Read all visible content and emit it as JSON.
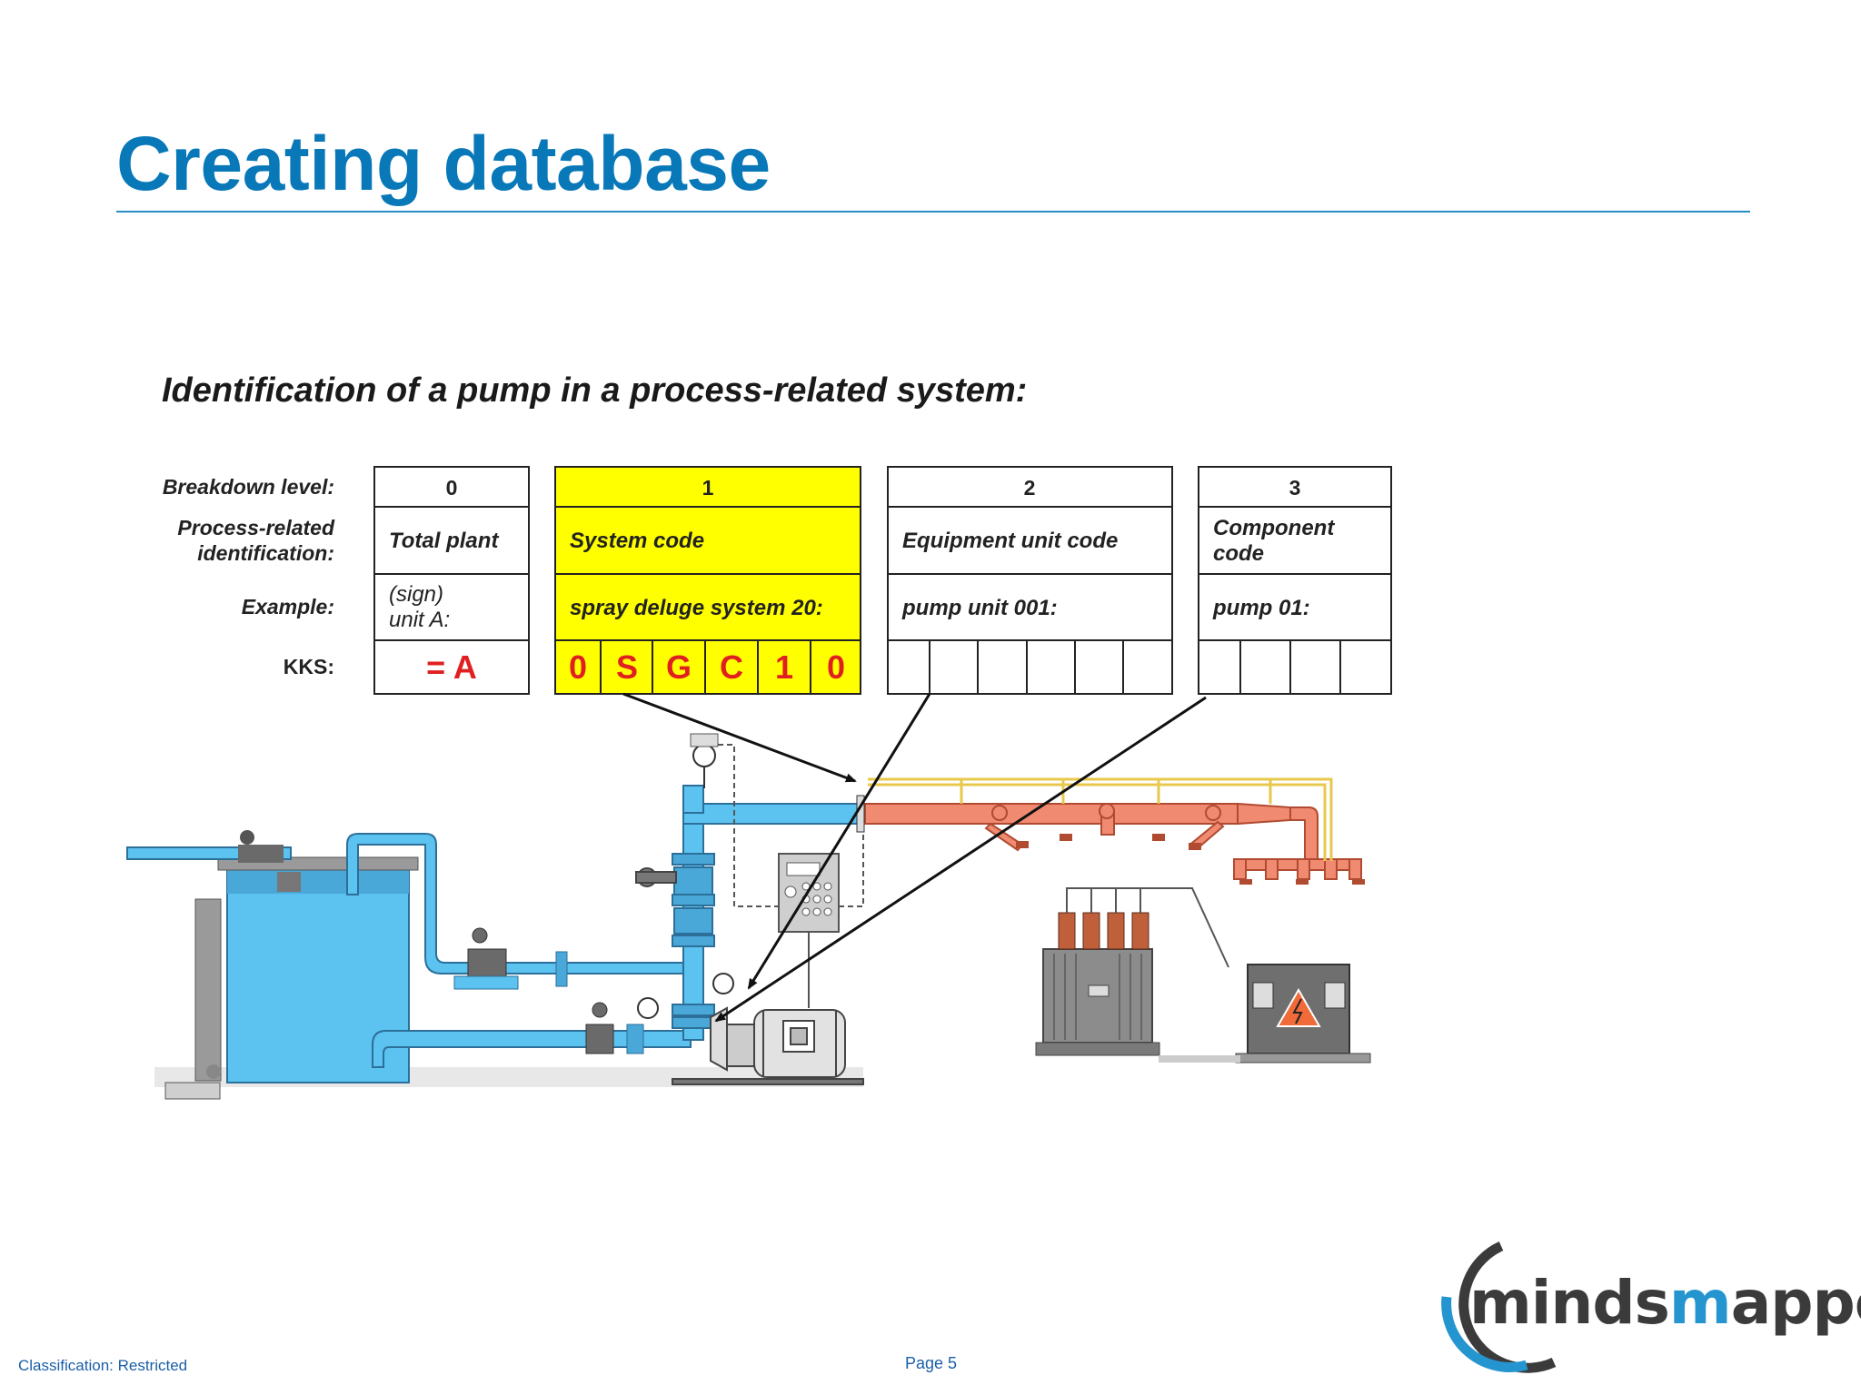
{
  "slide": {
    "title": "Creating database",
    "classification": "Classification: Restricted",
    "page": "Page 5"
  },
  "figure": {
    "heading": "Identification of a pump in a process-related system:",
    "row_labels": {
      "breakdown": "Breakdown level:",
      "process_1": "Process-related",
      "process_2": "identification:",
      "example": "Example:",
      "kks": "KKS:"
    },
    "levels": [
      {
        "level": "0",
        "code_name": "Total plant",
        "example_1": "(sign)",
        "example_2": "unit A:",
        "kks": "= A"
      },
      {
        "level": "1",
        "code_name": "System code",
        "example_1": "spray deluge system 20:",
        "kks_chars": [
          "0",
          "S",
          "G",
          "C",
          "1",
          "0"
        ]
      },
      {
        "level": "2",
        "code_name": "Equipment unit code",
        "example_1": "pump unit 001:"
      },
      {
        "level": "3",
        "code_name_1": "Component",
        "code_name_2": "code",
        "example_1": "pump 01:"
      }
    ],
    "colors": {
      "highlight": "#ffff00",
      "kks_text": "#e02020",
      "water": "#5cc2f0",
      "spray_pipe": "#f08a70",
      "yellow_line": "#e8c84c"
    }
  },
  "logo": {
    "part1": "mind",
    "part2": "s",
    "part3": "m",
    "part4": "apped"
  }
}
